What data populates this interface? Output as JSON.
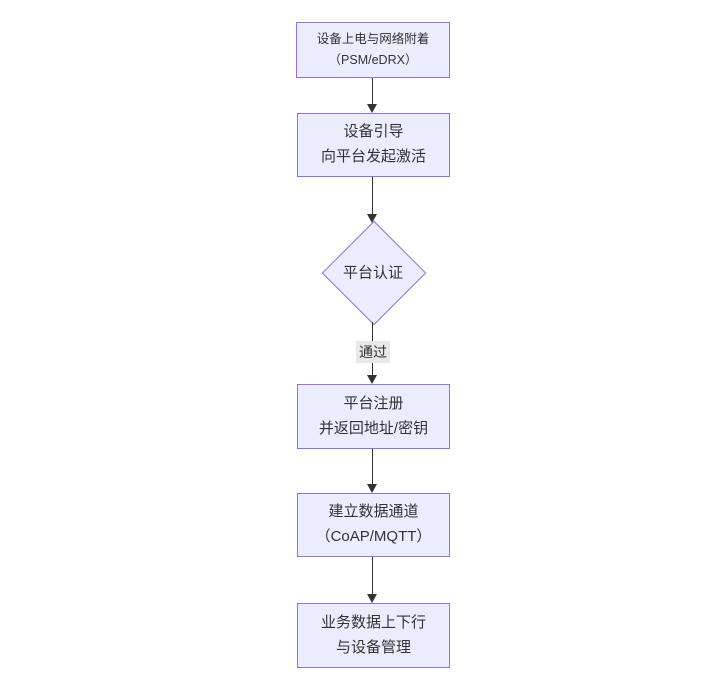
{
  "diagram": {
    "type": "flowchart",
    "direction": "top-down",
    "colors": {
      "background": "#ffffff",
      "node_fill": "#ECECFF",
      "node_border": "#9370DB",
      "arrow": "#333333",
      "text": "#333333",
      "edge_label_bg": "#e8e8e8"
    },
    "nodes": [
      {
        "id": "A",
        "shape": "rect",
        "line1": "设备上电与网络附着",
        "line2": "（PSM/eDRX）"
      },
      {
        "id": "B",
        "shape": "rect",
        "line1": "设备引导",
        "line2": "向平台发起激活"
      },
      {
        "id": "C",
        "shape": "diamond",
        "line1": "平台认证",
        "line2": ""
      },
      {
        "id": "D",
        "shape": "rect",
        "line1": "平台注册",
        "line2": "并返回地址/密钥"
      },
      {
        "id": "E",
        "shape": "rect",
        "line1": "建立数据通道",
        "line2": "（CoAP/MQTT）"
      },
      {
        "id": "F",
        "shape": "rect",
        "line1": "业务数据上下行",
        "line2": "与设备管理"
      }
    ],
    "edges": [
      {
        "from": "A",
        "to": "B",
        "label": ""
      },
      {
        "from": "B",
        "to": "C",
        "label": ""
      },
      {
        "from": "C",
        "to": "D",
        "label": "通过"
      },
      {
        "from": "D",
        "to": "E",
        "label": ""
      },
      {
        "from": "E",
        "to": "F",
        "label": ""
      }
    ]
  }
}
